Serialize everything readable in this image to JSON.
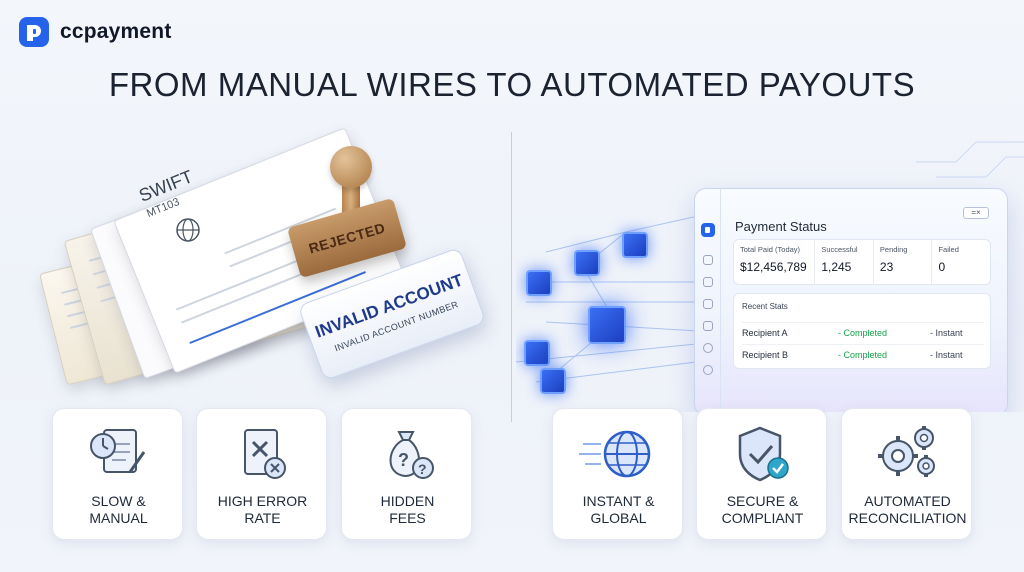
{
  "brand": {
    "name": "ccpayment",
    "color": "#2563eb"
  },
  "headline": "FROM MANUAL WIRES TO AUTOMATED PAYOUTS",
  "left_illustration": {
    "document_title": "SWIFT",
    "document_code": "MT103",
    "stamp_text": "REJECTED",
    "card_title": "INVALID ACCOUNT",
    "card_subtitle": "INVALID ACCOUNT NUMBER"
  },
  "dashboard": {
    "title": "Payment Status",
    "close_label": "=×",
    "stats": [
      {
        "label": "Total Paid (Today)",
        "value": "$12,456,789"
      },
      {
        "label": "Successful",
        "value": "1,245"
      },
      {
        "label": "Pending",
        "value": "23"
      },
      {
        "label": "Failed",
        "value": "0"
      }
    ],
    "recent_title": "Recent Stats",
    "recent_rows": [
      {
        "name": "Recipient A",
        "status": "- Completed",
        "speed": "- Instant"
      },
      {
        "name": "Recipient B",
        "status": "- Completed",
        "speed": "- Instant"
      }
    ]
  },
  "cards": [
    {
      "line1": "SLOW &",
      "line2": "MANUAL",
      "icon": "clock-document-icon"
    },
    {
      "line1": "HIGH ERROR",
      "line2": "RATE",
      "icon": "error-document-icon"
    },
    {
      "line1": "HIDDEN",
      "line2": "FEES",
      "icon": "money-bag-question-icon"
    },
    {
      "line1": "INSTANT &",
      "line2": "GLOBAL",
      "icon": "globe-icon"
    },
    {
      "line1": "SECURE &",
      "line2": "COMPLIANT",
      "icon": "shield-check-icon"
    },
    {
      "line1": "AUTOMATED",
      "line2": "RECONCILIATION",
      "icon": "gears-icon"
    }
  ],
  "colors": {
    "accent": "#2563eb",
    "success": "#16a34a",
    "text": "#1f2937"
  }
}
